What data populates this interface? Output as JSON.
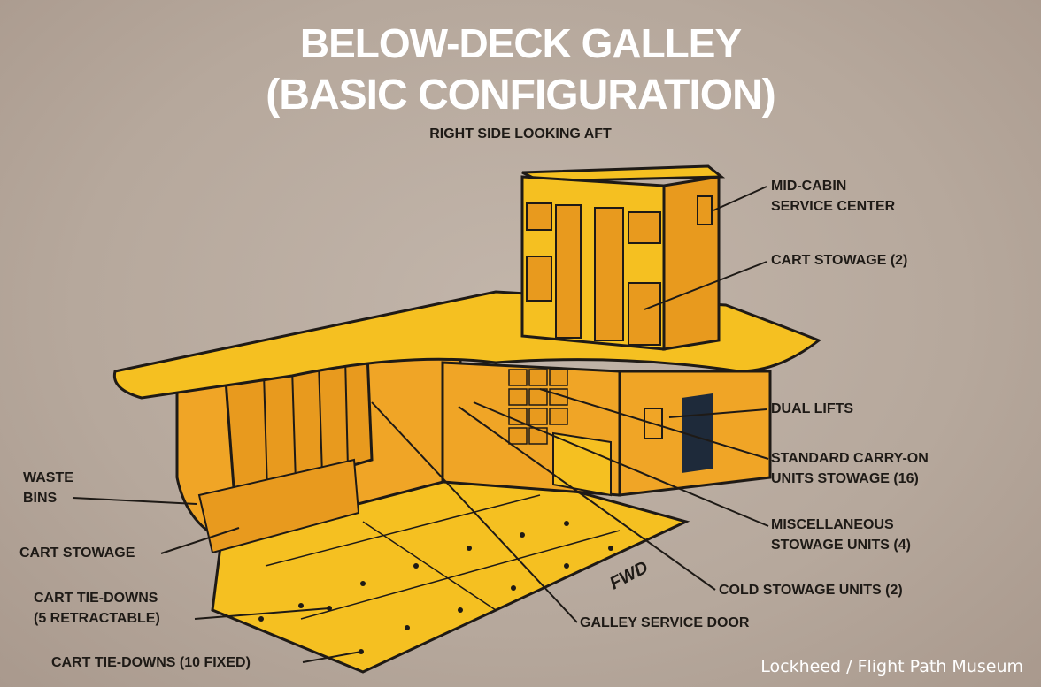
{
  "title_line1": "BELOW-DECK GALLEY",
  "title_line2": "(BASIC CONFIGURATION)",
  "subtitle": "RIGHT SIDE LOOKING AFT",
  "direction_marker": "FWD",
  "credit": "Lockheed / Flight Path Museum",
  "labels": {
    "mid_cabin": [
      "MID-CABIN",
      "SERVICE CENTER"
    ],
    "cart_stowage_2": [
      "CART STOWAGE (2)"
    ],
    "dual_lifts": [
      "DUAL LIFTS"
    ],
    "carry_on": [
      "STANDARD CARRY-ON",
      "UNITS STOWAGE (16)"
    ],
    "misc": [
      "MISCELLANEOUS",
      "STOWAGE UNITS (4)"
    ],
    "cold": [
      "COLD STOWAGE UNITS (2)"
    ],
    "galley_door": [
      "GALLEY SERVICE DOOR"
    ],
    "waste": [
      "WASTE",
      "BINS"
    ],
    "cart_stowage": [
      "CART STOWAGE"
    ],
    "tie_retract": [
      "CART TIE-DOWNS",
      "(5 RETRACTABLE)"
    ],
    "tie_fixed": [
      "CART TIE-DOWNS (10 FIXED)"
    ]
  },
  "colors": {
    "background": "#b8aa9e",
    "galley_yellow": "#f5c021",
    "galley_orange": "#e89a1e",
    "outline": "#1e1a16",
    "title": "#ffffff"
  }
}
